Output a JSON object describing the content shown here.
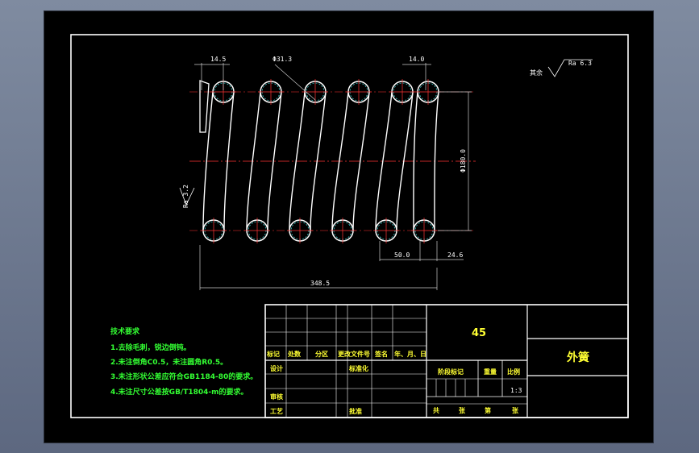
{
  "drawing": {
    "dimensions": {
      "end_length": "14.5",
      "wire_dia": "Φ31.3",
      "right_end": "14.0",
      "outer_dia": "Φ180.0",
      "pitch": "50.0",
      "end_offset": "24.6",
      "total_length": "348.5",
      "ra_side": "Ra 3.2",
      "ra_rest": "Ra 6.3",
      "rest_label": "其余"
    },
    "tech_requirements": {
      "title": "技术要求",
      "items": [
        "1.去除毛刺，锐边倒钝。",
        "2.未注倒角C0.5，未注圆角R0.5。",
        "3.未注形状公差应符合GB1184-80的要求。",
        "4.未注尺寸公差按GB/T1804-m的要求。"
      ]
    },
    "title_block": {
      "material": "45",
      "part_name": "外簧",
      "headers": [
        "标记",
        "处数",
        "分区",
        "更改文件号",
        "签名",
        "年、月、日"
      ],
      "design": "设计",
      "standardization": "标准化",
      "review": "审核",
      "process": "工艺",
      "approve": "批准",
      "stage_mark": "阶段标记",
      "weight": "重量",
      "scale_label": "比例",
      "scale": "1:3",
      "total_sheets": "共",
      "sheet_unit": "张",
      "sheet_no": "第",
      "sheet_unit2": "张"
    }
  },
  "colors": {
    "background": "#000000",
    "lines": "#ffffff",
    "center_line": "#ff3333",
    "tech_text": "#33ff33",
    "title_text": "#ffff33",
    "dimension_line": "#cccccc",
    "section_hatch": "#ff4444"
  }
}
